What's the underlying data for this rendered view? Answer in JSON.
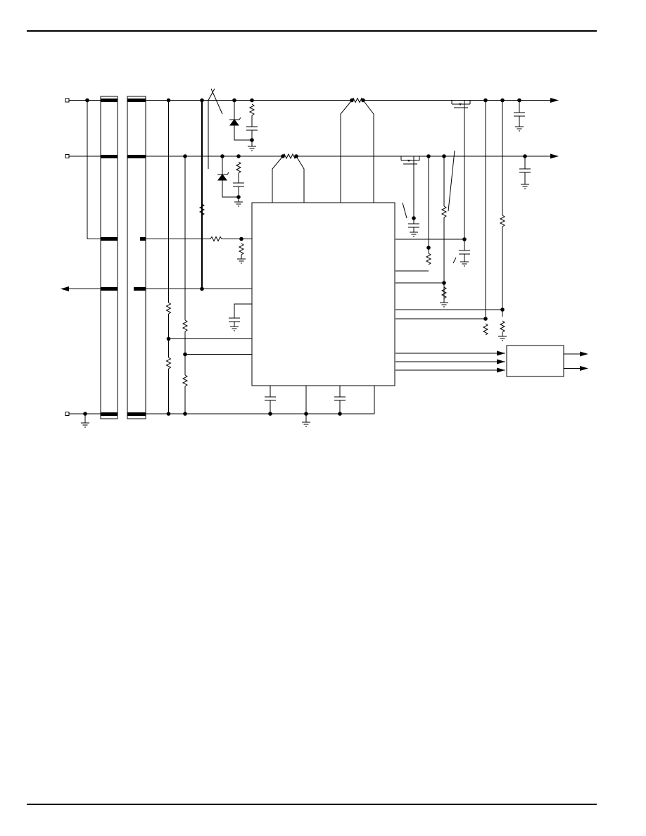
{
  "page": {
    "background": "#ffffff",
    "ink": "#000000"
  },
  "schematic": {
    "components": {
      "connectors": 2,
      "resistors": 16,
      "capacitors": 10,
      "zener_diodes": 2,
      "mosfets": 2,
      "integrated_circuits": 1,
      "logic_blocks": 1,
      "ground_symbols": 12,
      "output_arrows": 5
    }
  }
}
